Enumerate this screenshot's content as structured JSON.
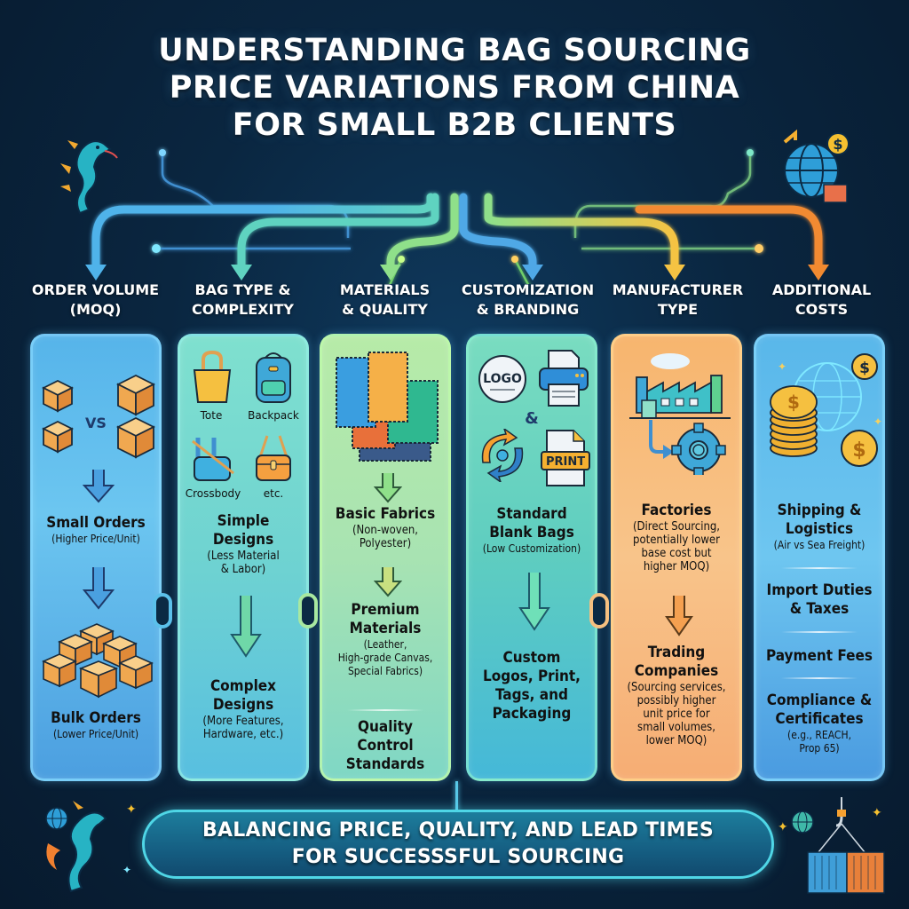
{
  "title": {
    "lines": [
      "UNDERSTANDING BAG SOURCING",
      "PRICE VARIATIONS FROM CHINA",
      "FOR SMALL B2B CLIENTS"
    ]
  },
  "decorations": {
    "top_left_icon": "dragon-icon",
    "top_right_icon": "globe-dollar-container-icon",
    "bottom_left_icon": "dragon-globe-icon",
    "bottom_right_icon": "crane-container-icon"
  },
  "columns": [
    {
      "header_line1": "ORDER VOLUME",
      "header_line2": "(MOQ)",
      "color": "#4fb3ea",
      "icons": [
        "boxes-small-icon",
        "boxes-large-icon",
        "bulk-boxes-icon"
      ],
      "vs_label": "VS",
      "items": [
        {
          "title": "Small Orders",
          "subtitle": "(Higher Price/Unit)"
        },
        {
          "title": "Bulk Orders",
          "subtitle": "(Lower Price/Unit)"
        }
      ]
    },
    {
      "header_line1": "BAG TYPE &",
      "header_line2": "COMPLEXITY",
      "color": "#5fd3c0",
      "bag_labels": [
        "Tote",
        "Backpack",
        "Crossbody",
        "etc."
      ],
      "items": [
        {
          "title_line1": "Simple",
          "title_line2": "Designs",
          "subtitle_line1": "(Less Material",
          "subtitle_line2": "& Labor)"
        },
        {
          "title_line1": "Complex",
          "title_line2": "Designs",
          "subtitle_line1": "(More Features,",
          "subtitle_line2": "Hardware, etc.)"
        }
      ]
    },
    {
      "header_line1": "MATERIALS",
      "header_line2": "& QUALITY",
      "color": "#8fe08a",
      "items": [
        {
          "title": "Basic Fabrics",
          "subtitle_line1": "(Non-woven,",
          "subtitle_line2": "Polyester)"
        },
        {
          "title_line1": "Premium",
          "title_line2": "Materials",
          "subtitle_line1": "(Leather,",
          "subtitle_line2": "High-grade Canvas,",
          "subtitle_line3": "Special Fabrics)"
        },
        {
          "title_line1": "Quality",
          "title_line2": "Control",
          "title_line3": "Standards"
        }
      ]
    },
    {
      "header_line1": "CUSTOMIZATION",
      "header_line2": "& BRANDING",
      "color": "#3fa7e0",
      "logo_text": "LOGO",
      "amp": "&",
      "print_text": "PRINT",
      "items": [
        {
          "title_line1": "Standard",
          "title_line2": "Blank Bags",
          "subtitle": "(Low Customization)"
        },
        {
          "title_line1": "Custom",
          "title_line2": "Logos, Print,",
          "title_line3": "Tags, and",
          "title_line4": "Packaging"
        }
      ]
    },
    {
      "header_line1": "MANUFACTURER",
      "header_line2": "TYPE",
      "color": "#f5b843",
      "items": [
        {
          "title": "Factories",
          "subtitle_line1": "(Direct Sourcing,",
          "subtitle_line2": "potentially lower",
          "subtitle_line3": "base cost but",
          "subtitle_line4": "higher MOQ)"
        },
        {
          "title_line1": "Trading",
          "title_line2": "Companies",
          "subtitle_line1": "(Sourcing services,",
          "subtitle_line2": "possibly higher",
          "subtitle_line3": "unit price for",
          "subtitle_line4": "small volumes,",
          "subtitle_line5": "lower MOQ)"
        }
      ]
    },
    {
      "header_line1": "ADDITIONAL",
      "header_line2": "COSTS",
      "color": "#f28a30",
      "items": [
        {
          "title_line1": "Shipping &",
          "title_line2": "Logistics",
          "subtitle": "(Air vs Sea Freight)"
        },
        {
          "title_line1": "Import Duties",
          "title_line2": "& Taxes"
        },
        {
          "title": "Payment Fees"
        },
        {
          "title_line1": "Compliance &",
          "title_line2": "Certificates",
          "subtitle_line1": "(e.g., REACH,",
          "subtitle_line2": "Prop 65)"
        }
      ]
    }
  ],
  "banner": {
    "line1": "BALANCING PRICE, QUALITY, AND LEAD TIMES",
    "line2": "FOR SUCCESSSFUL SOURCING"
  },
  "colors": {
    "background": "#0a2640",
    "arrow_blue": "#4fb3ea",
    "arrow_teal": "#5fd3c0",
    "arrow_green": "#8fe08a",
    "arrow_yellow": "#f5c343",
    "arrow_orange": "#f28a30",
    "banner_border": "#4fd6e6"
  }
}
